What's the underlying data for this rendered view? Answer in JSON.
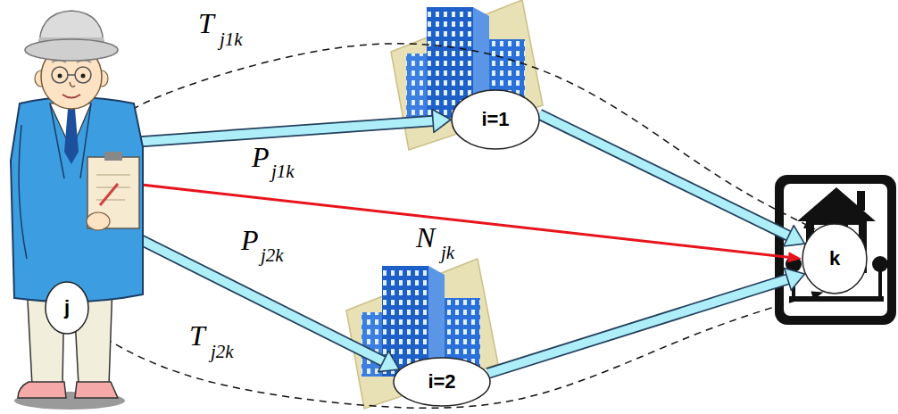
{
  "diagram": {
    "nodes": [
      {
        "text": [
          "j"
        ]
      },
      {
        "text": [
          "i=1"
        ]
      },
      {
        "text": [
          "i=2"
        ]
      },
      {
        "text": [
          "k"
        ]
      }
    ],
    "edges": [
      {
        "from": 0,
        "to": 3,
        "arrow": "to"
      },
      {
        "from": 0,
        "to": 1,
        "arrow": "to"
      },
      {
        "from": 0,
        "to": 3,
        "arrow": "to"
      },
      {
        "from": 0,
        "to": 2,
        "arrow": "to"
      },
      {
        "from": 1,
        "to": 3,
        "arrow": "to"
      },
      {
        "from": 2,
        "to": 3,
        "arrow": "to"
      },
      {
        "from": 0,
        "to": 3,
        "arrow": "to"
      }
    ],
    "labels": [
      "T",
      "j1k",
      "P",
      "j1k",
      "N",
      "jk",
      "P",
      "j2k",
      "T",
      "j2k"
    ]
  }
}
